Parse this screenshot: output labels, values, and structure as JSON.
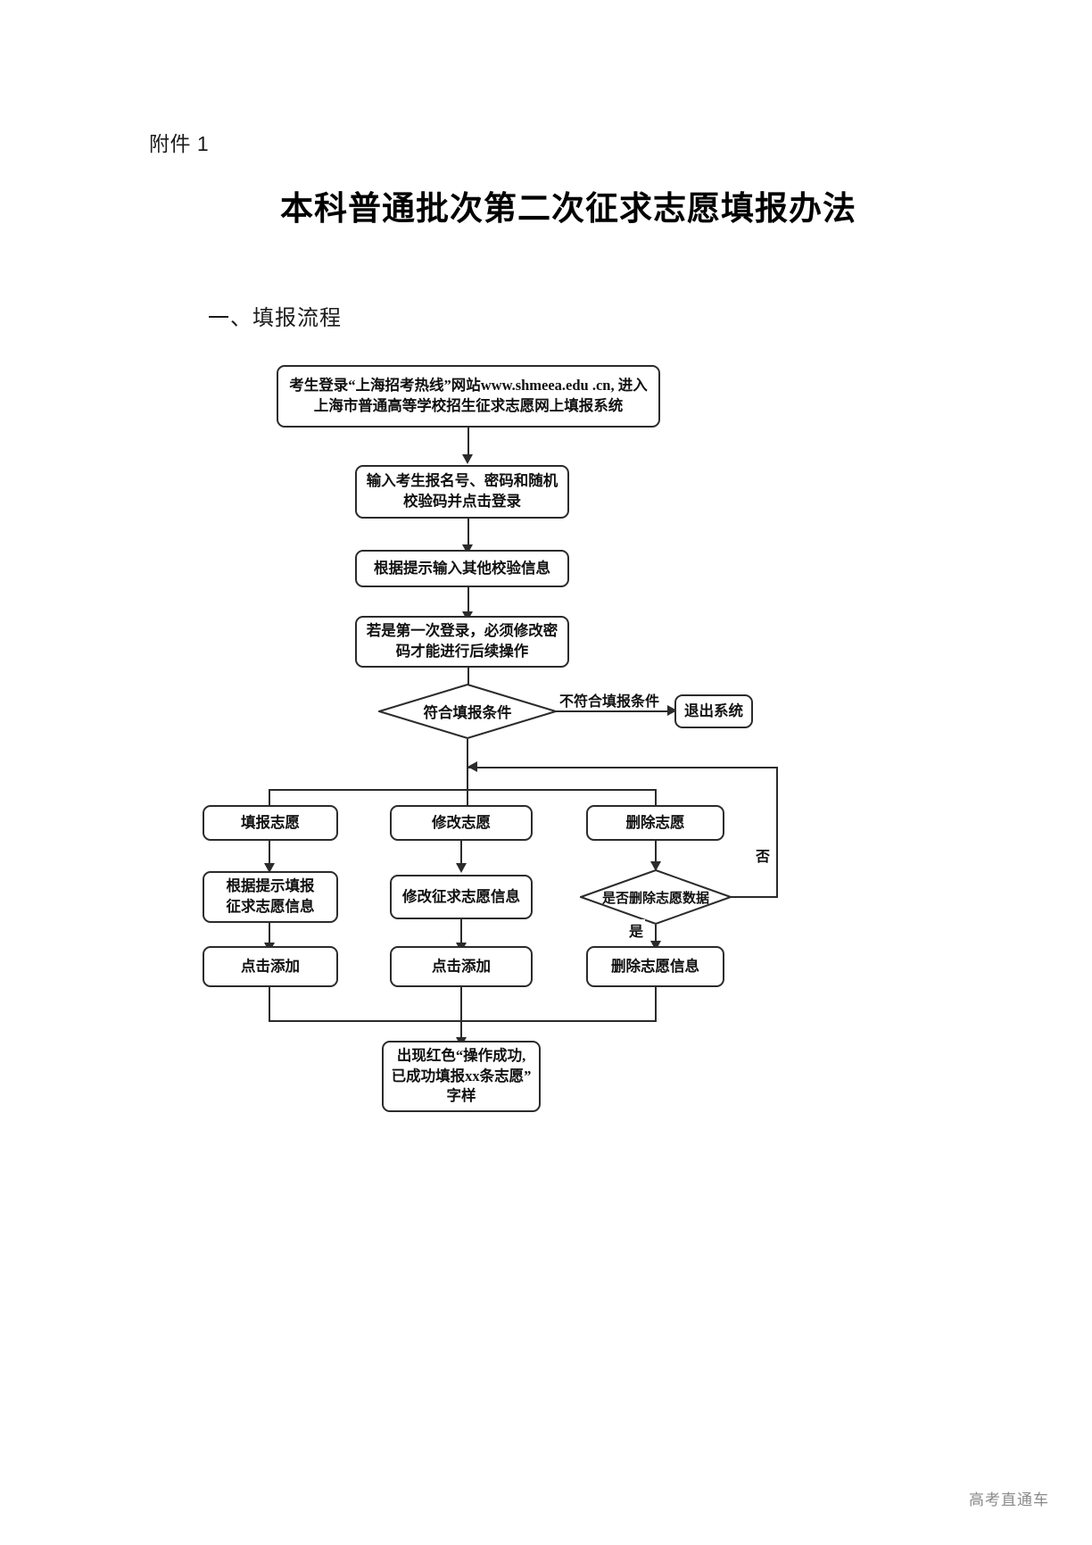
{
  "document": {
    "attachment_label": "附件 1",
    "title": "本科普通批次第二次征求志愿填报办法",
    "section_heading": "一、填报流程",
    "watermark": "高考直通车"
  },
  "flowchart": {
    "nodes": [
      {
        "id": "login-site",
        "label": "考生登录“上海招考热线”网站www.shmeea.edu .cn, 进入\n上海市普通高等学校招生征求志愿网上填报系统"
      },
      {
        "id": "input-credentials",
        "label": "输入考生报名号、密码和随机\n校验码并点击登录"
      },
      {
        "id": "input-verify",
        "label": "根据提示输入其他校验信息"
      },
      {
        "id": "change-password",
        "label": "若是第一次登录，必须修改密\n码才能进行后续操作"
      },
      {
        "id": "check-condition",
        "label": "符合填报条件"
      },
      {
        "id": "exit-system",
        "label": "退出系统"
      },
      {
        "id": "fill-volunteer",
        "label": "填报志愿"
      },
      {
        "id": "modify-volunteer",
        "label": "修改志愿"
      },
      {
        "id": "delete-volunteer",
        "label": "删除志愿"
      },
      {
        "id": "fill-info",
        "label": "根据提示填报\n征求志愿信息"
      },
      {
        "id": "modify-info",
        "label": "修改征求志愿信息"
      },
      {
        "id": "confirm-delete",
        "label": "是否删除志愿数据"
      },
      {
        "id": "click-add-1",
        "label": "点击添加"
      },
      {
        "id": "click-add-2",
        "label": "点击添加"
      },
      {
        "id": "delete-info",
        "label": "删除志愿信息"
      },
      {
        "id": "success-message",
        "label": "出现红色“操作成功,\n已成功填报xx条志愿”\n字样"
      }
    ],
    "edge_labels": {
      "not_qualified": "不符合填报条件",
      "no": "否",
      "yes": "是"
    }
  }
}
